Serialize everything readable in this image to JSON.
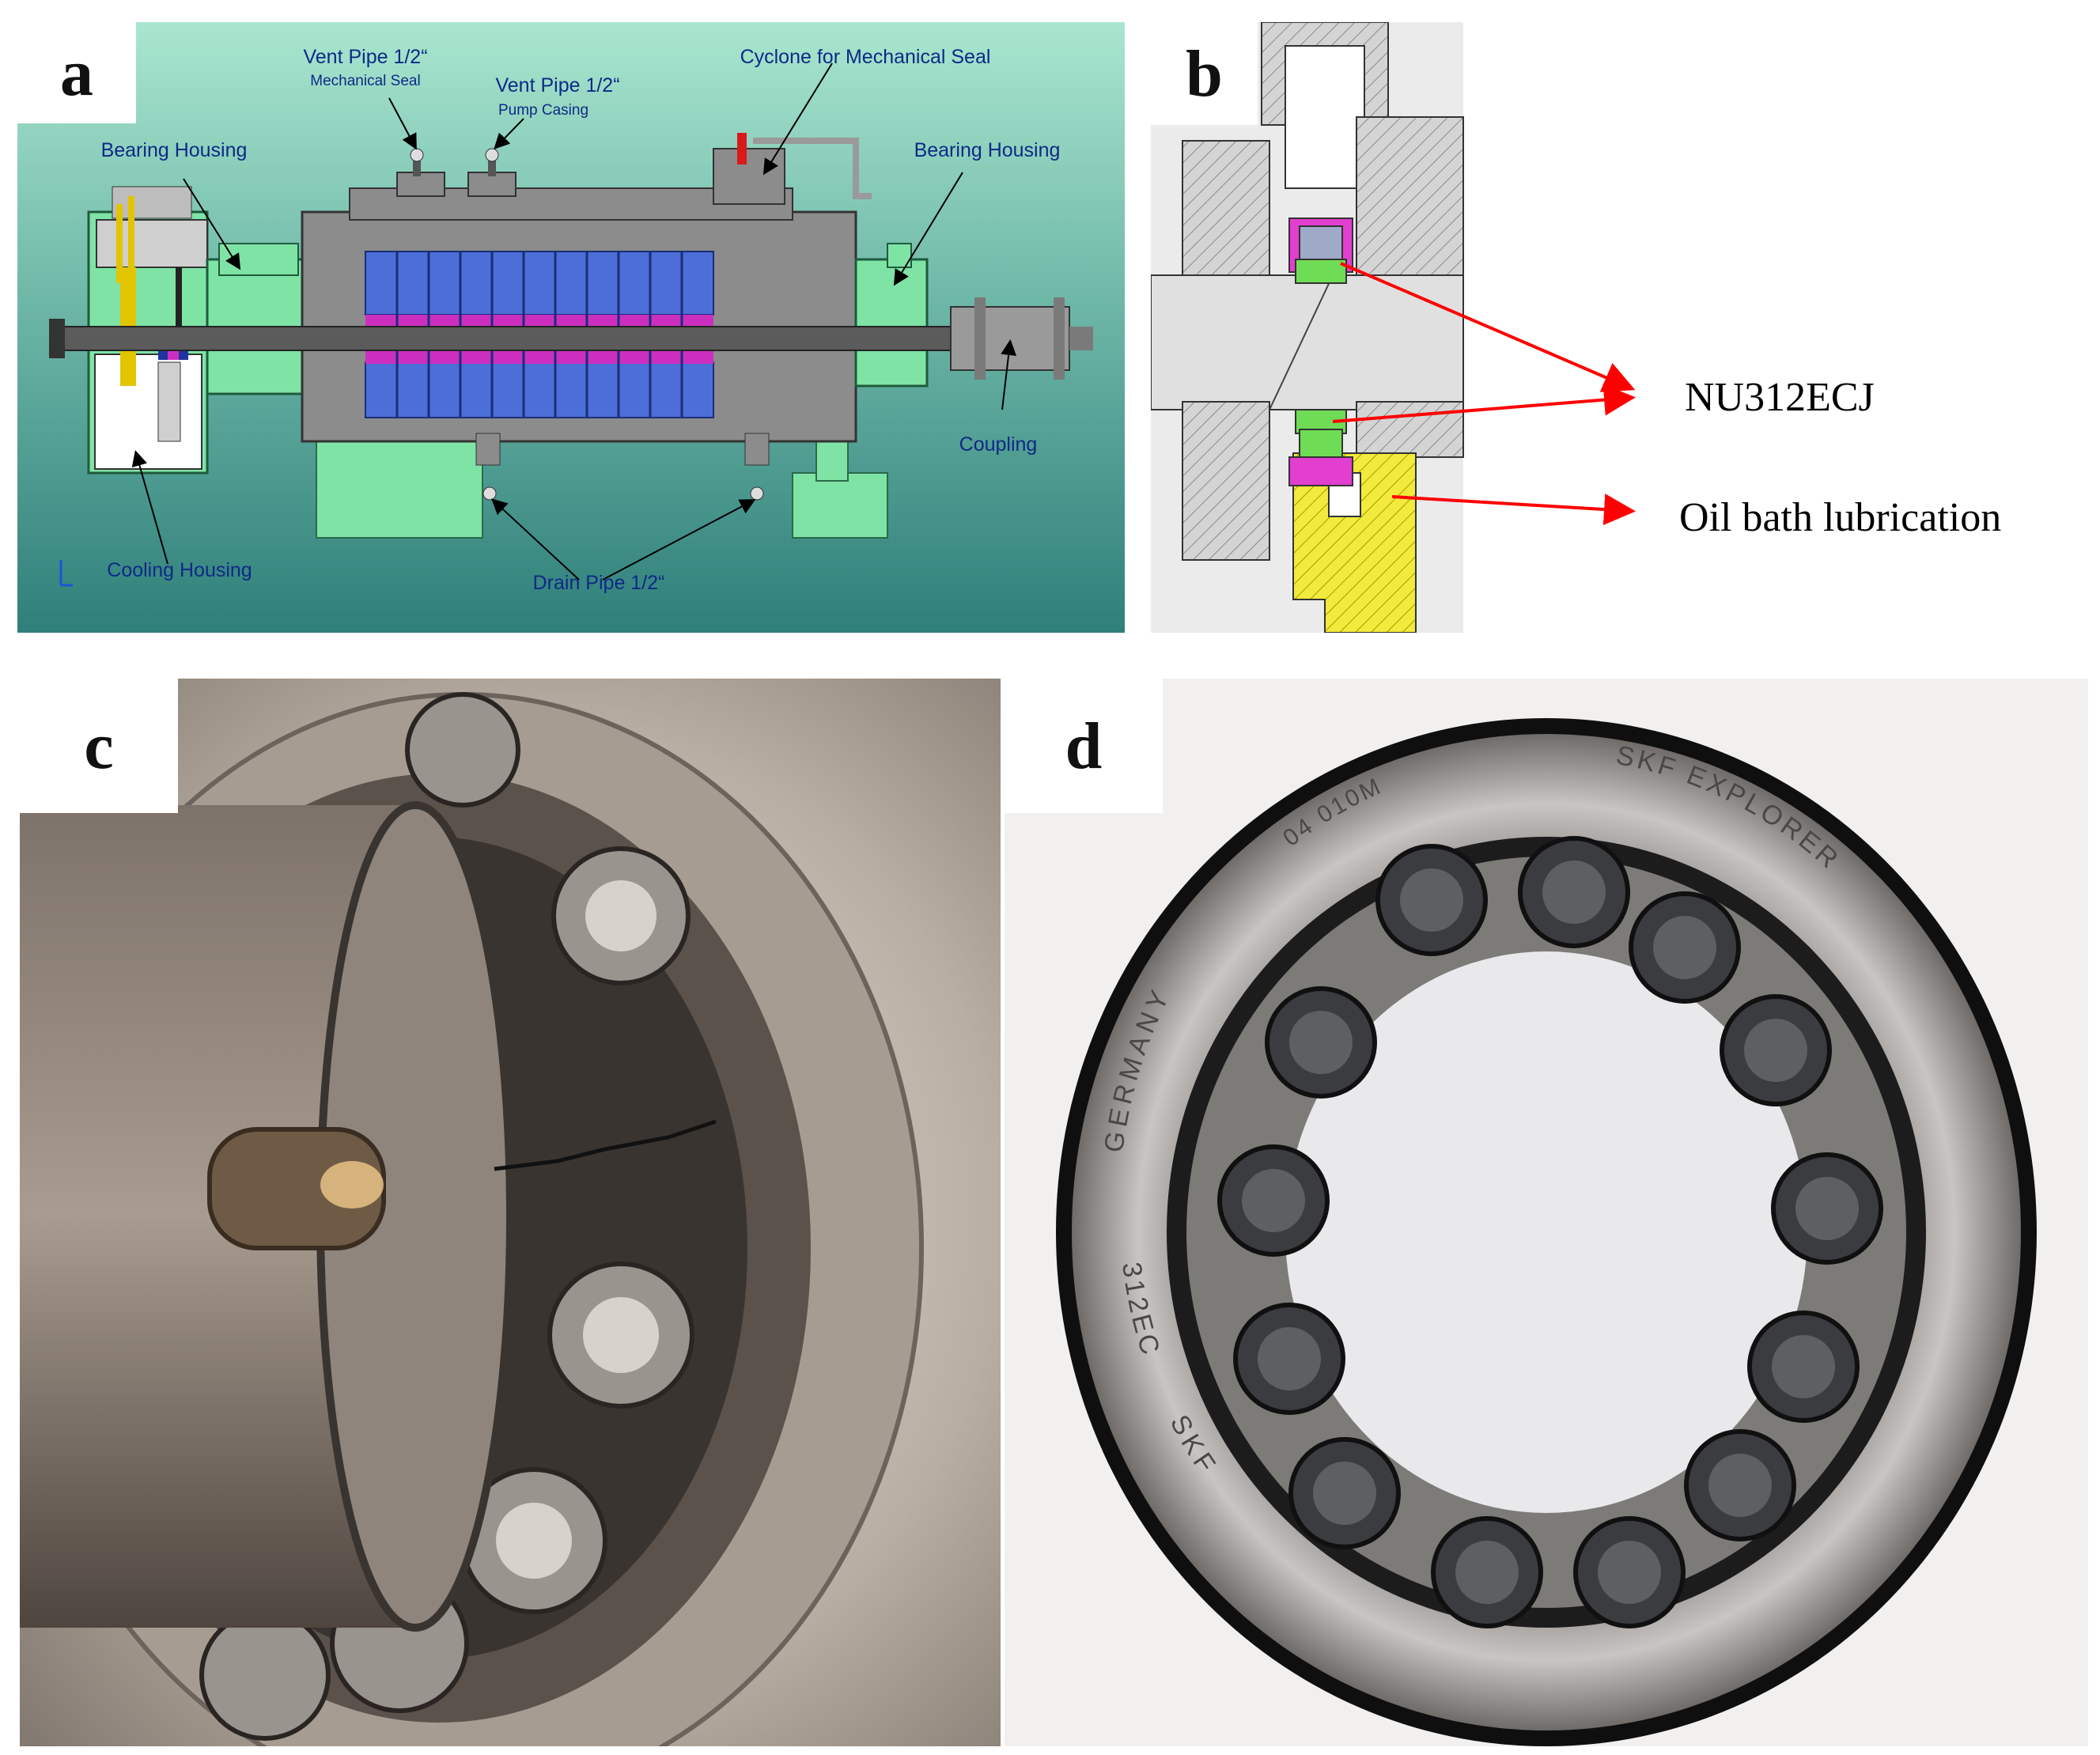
{
  "panels": {
    "a": {
      "letter": "a",
      "labels": {
        "vent_pipe_mech_seal": "Vent Pipe 1/2“",
        "vent_pipe_mech_seal_sub": "Mechanical Seal",
        "vent_pipe_pump_casing": "Vent Pipe 1/2“",
        "vent_pipe_pump_casing_sub": "Pump Casing",
        "cyclone": "Cyclone for Mechanical Seal",
        "bearing_housing_left": "Bearing Housing",
        "bearing_housing_right": "Bearing Housing",
        "coupling": "Coupling",
        "cooling_housing": "Cooling Housing",
        "drain_pipe": "Drain Pipe 1/2“"
      },
      "colors": {
        "bg_top": "#a9e6cf",
        "bg_bottom": "#2f7f7a",
        "label": "#0e2a86",
        "housing": "#7fe3a6",
        "casing": "#8c8c8c",
        "impeller": "#4b6fd6",
        "diffuser": "#cc2fbf"
      }
    },
    "b": {
      "letter": "b",
      "labels": {
        "bearing": "NU312ECJ",
        "lubrication": "Oil bath lubrication"
      },
      "colors": {
        "arrow": "#ff0000",
        "oil": "#f2ea3c",
        "cage": "#e23fd0",
        "roller": "#6fdc56"
      }
    },
    "c": {
      "letter": "c",
      "icons": [
        "cracked-cage-photo"
      ]
    },
    "d": {
      "letter": "d",
      "ring_texts": {
        "explorer": "SKF EXPLORER",
        "germany": "GERMANY",
        "model": "312EC",
        "brand": "SKF",
        "mold": "04 010M"
      }
    }
  }
}
